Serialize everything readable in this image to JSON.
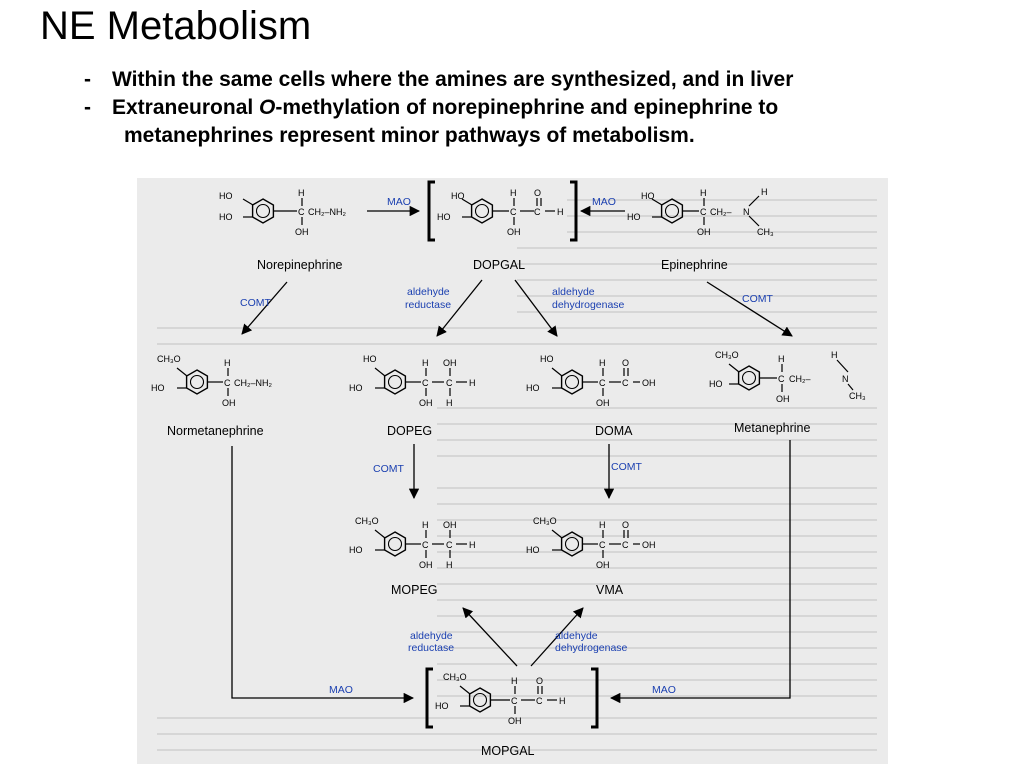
{
  "title": "NE Metabolism",
  "bullets": [
    {
      "dash": "-",
      "text": "Within the same cells where the amines are synthesized, and in liver"
    },
    {
      "dash": "-",
      "text_before": "Extraneuronal ",
      "text_italic": "O",
      "text_after": "-methylation of norepinephrine and epinephrine to",
      "continuation": "metanephrines represent minor pathways of metabolism."
    }
  ],
  "compounds": {
    "norepinephrine": "Norepinephrine",
    "dopgal": "DOPGAL",
    "epinephrine": "Epinephrine",
    "normetanephrine": "Normetanephrine",
    "dopeg": "DOPEG",
    "doma": "DOMA",
    "metanephrine": "Metanephrine",
    "mopeg": "MOPEG",
    "vma": "VMA",
    "mopgal": "MOPGAL"
  },
  "enzymes": {
    "mao": "MAO",
    "comt": "COMT",
    "aldehyde": "aldehyde",
    "reductase": "reductase",
    "dehydrogenase": "dehydrogenase"
  },
  "atoms": {
    "ho": "HO",
    "oh": "OH",
    "h": "H",
    "o": "O",
    "c": "C",
    "n": "N",
    "ch3": "CH₃",
    "ch3o": "CH₃O",
    "ch2": "CH₂",
    "nh2": "NH₂",
    "ch2nh2": "CH₂–NH₂",
    "ch2dash": "CH₂–",
    "dash": "–"
  },
  "colors": {
    "enzyme": "#1a3fb0",
    "figure_bg": "#ebebeb"
  }
}
